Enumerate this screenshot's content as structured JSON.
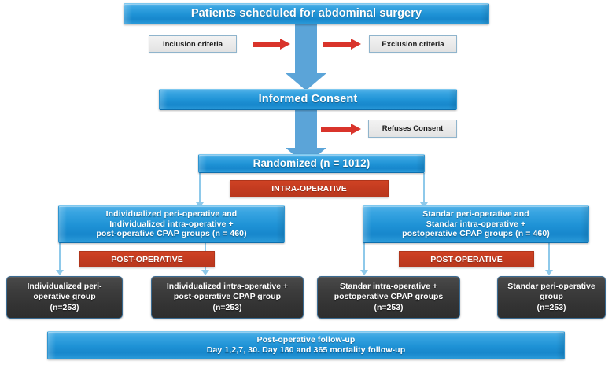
{
  "diagram": {
    "title": "CONSORT-style randomized trial flow diagram",
    "colors": {
      "box_blue": "#1f93d6",
      "banner_red": "#c33b20",
      "outcome_dark": "#333333",
      "connector_blue": "#8ec9ea",
      "criteria_gray": "#eaeaea",
      "block_arrow_blue": "#5ba4d8"
    },
    "nodes": {
      "top": {
        "label": "Patients scheduled for abdominal surgery"
      },
      "inclusion": {
        "label": "Inclusion criteria"
      },
      "exclusion": {
        "label": "Exclusion criteria"
      },
      "consent": {
        "label": "Informed Consent"
      },
      "refuses": {
        "label": "Refuses Consent"
      },
      "randomized": {
        "label": "Randomized (n = 1012)"
      },
      "intra_banner": {
        "label": "INTRA-OPERATIVE"
      },
      "arm_left": {
        "line1": "Individualized peri-operative and",
        "line2": "Individualized intra-operative +",
        "line3": "post-operative CPAP groups (n = 460)"
      },
      "arm_right": {
        "line1": "Standar peri-operative and",
        "line2": "Standar intra-operative +",
        "line3": "postoperative CPAP groups (n = 460)"
      },
      "post_banner_left": {
        "label": "POST-OPERATIVE"
      },
      "post_banner_right": {
        "label": "POST-OPERATIVE"
      },
      "outcome_1": {
        "line1": "Individualized peri-",
        "line2": "operative group",
        "line3": "(n=253)"
      },
      "outcome_2": {
        "line1": "Individualized intra-operative +",
        "line2": "post-operative CPAP group",
        "line3": "(n=253)"
      },
      "outcome_3": {
        "line1": "Standar intra-operative +",
        "line2": "postoperative CPAP groups",
        "line3": "(n=253)"
      },
      "outcome_4": {
        "line1": "Standar peri-operative",
        "line2": "group",
        "line3": "(n=253)"
      },
      "followup": {
        "line1": "Post-operative follow-up",
        "line2": "Day 1,2,7, 30. Day 180 and 365 mortality follow-up"
      }
    }
  }
}
